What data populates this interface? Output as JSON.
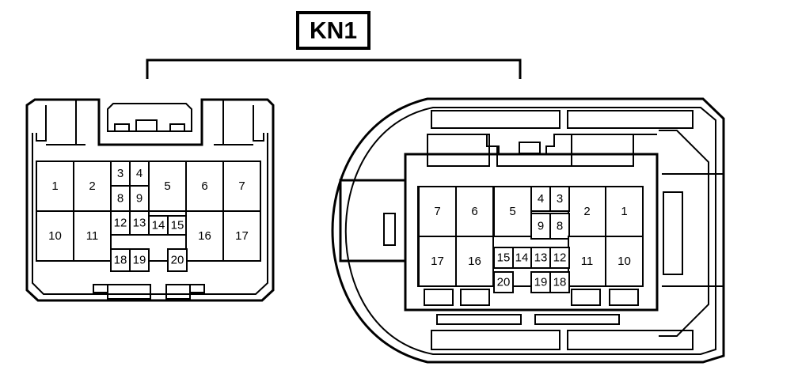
{
  "title": "KN1",
  "connectors": [
    {
      "id": "left",
      "pins": [
        {
          "label": "1"
        },
        {
          "label": "2"
        },
        {
          "label": "3"
        },
        {
          "label": "4"
        },
        {
          "label": "5"
        },
        {
          "label": "6"
        },
        {
          "label": "7"
        },
        {
          "label": "8"
        },
        {
          "label": "9"
        },
        {
          "label": "10"
        },
        {
          "label": "11"
        },
        {
          "label": "12"
        },
        {
          "label": "13"
        },
        {
          "label": "14"
        },
        {
          "label": "15"
        },
        {
          "label": "16"
        },
        {
          "label": "17"
        },
        {
          "label": "18"
        },
        {
          "label": "19"
        },
        {
          "label": "20"
        }
      ]
    },
    {
      "id": "right",
      "pins": [
        {
          "label": "1"
        },
        {
          "label": "2"
        },
        {
          "label": "3"
        },
        {
          "label": "4"
        },
        {
          "label": "5"
        },
        {
          "label": "6"
        },
        {
          "label": "7"
        },
        {
          "label": "8"
        },
        {
          "label": "9"
        },
        {
          "label": "10"
        },
        {
          "label": "11"
        },
        {
          "label": "12"
        },
        {
          "label": "13"
        },
        {
          "label": "14"
        },
        {
          "label": "15"
        },
        {
          "label": "16"
        },
        {
          "label": "17"
        },
        {
          "label": "18"
        },
        {
          "label": "19"
        },
        {
          "label": "20"
        }
      ]
    }
  ]
}
